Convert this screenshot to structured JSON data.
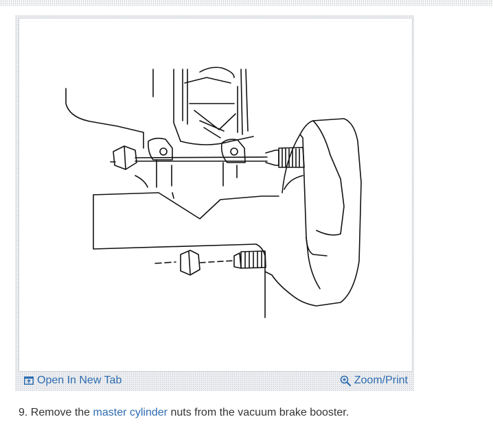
{
  "figure": {
    "open_new_tab_label": "Open In New Tab",
    "zoom_print_label": "Zoom/Print",
    "open_tab_icon": "open-new-tab-icon",
    "zoom_icon": "magnifier-zoom-icon",
    "link_color": "#2d6cb0"
  },
  "step": {
    "number": "9.",
    "text_before": "Remove the",
    "link_text": "master cylinder",
    "text_after": "nuts from the vacuum brake booster."
  }
}
